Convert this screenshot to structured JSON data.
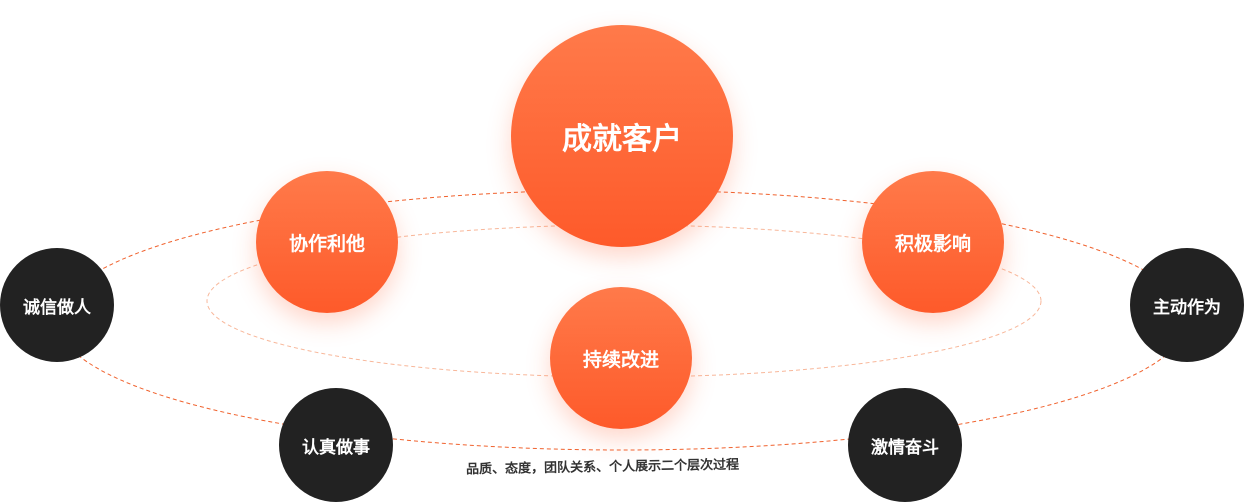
{
  "center": {
    "label": "成就客户"
  },
  "inner": [
    {
      "label": "协作利他"
    },
    {
      "label": "积极影响"
    },
    {
      "label": "持续改进"
    }
  ],
  "outer": [
    {
      "label": "诚信做人"
    },
    {
      "label": "主动作为"
    },
    {
      "label": "认真做事"
    },
    {
      "label": "激情奋斗"
    }
  ],
  "caption": "品质、态度，团队关系、个人展示二个层次过程",
  "colors": {
    "accent": "#fe6432",
    "dark": "#222222"
  }
}
